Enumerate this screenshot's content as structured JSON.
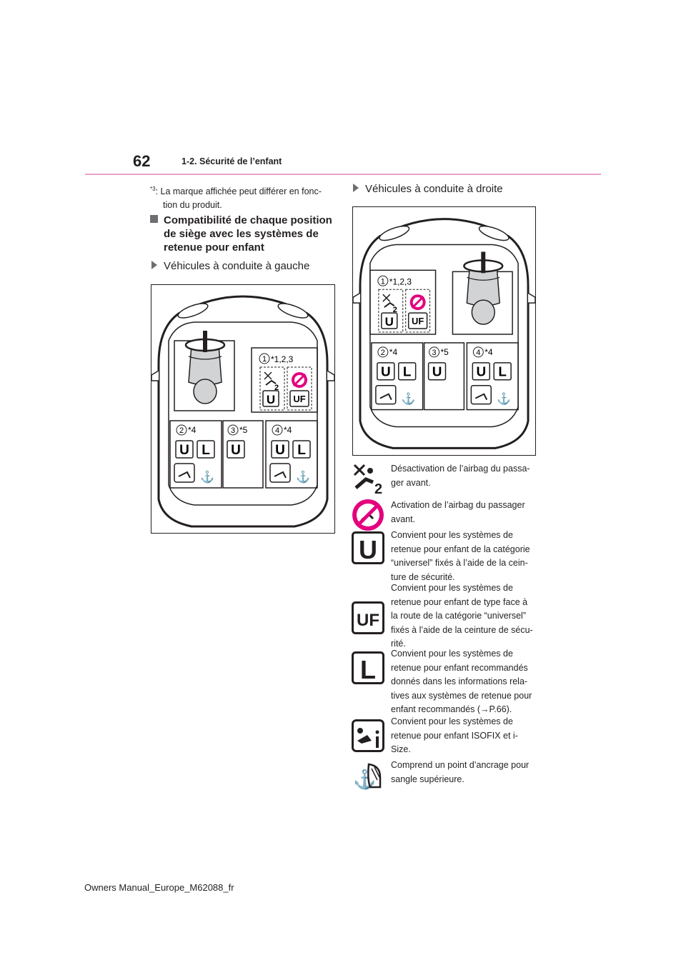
{
  "header": {
    "page_number": "62",
    "section": "1-2. Sécurité de l’enfant"
  },
  "left": {
    "note_marker": "*3",
    "note_text_line1": ": La marque affichée peut différer en fonc-",
    "note_text_line2": "tion du produit.",
    "heading_line1": "Compatibilité de chaque position",
    "heading_line2": "de siège avec les systèmes de",
    "heading_line3": "retenue pour enfant",
    "lhd_title": "Véhicules à conduite à gauche"
  },
  "right": {
    "rhd_title": "Véhicules à conduite à droite"
  },
  "diagram": {
    "front_seat_label": "*1,2,3",
    "seat1_num": "1",
    "seat2_num": "2",
    "seat3_num": "3",
    "seat4_num": "4",
    "seat2_note": "*4",
    "seat3_note": "*5",
    "seat4_note": "*4",
    "mark_u": "U",
    "mark_l": "L",
    "mark_uf": "UF",
    "mark_2": "2"
  },
  "legend": [
    {
      "icon": "airbag-deactivated-icon",
      "lines": [
        "Désactivation de l’airbag du passa-",
        "ger avant."
      ]
    },
    {
      "icon": "airbag-activated-prohibited-icon",
      "lines": [
        "Activation de l’airbag du passager",
        "avant."
      ]
    },
    {
      "icon": "universal-u-icon",
      "lines": [
        "Convient pour les systèmes de",
        "retenue pour enfant de la catégorie",
        "“universel” fixés à l’aide de la cein-",
        "ture de sécurité."
      ]
    },
    {
      "icon": "universal-uf-icon",
      "lines": [
        "Convient pour les systèmes de",
        "retenue pour enfant de type face à",
        "la route de la catégorie “universel”",
        "fixés à l’aide de la ceinture de sécu-",
        "rité."
      ]
    },
    {
      "icon": "recommended-l-icon",
      "lines": [
        "Convient pour les systèmes de",
        "retenue pour enfant recommandés",
        "donnés dans les informations rela-",
        "tives aux systèmes de retenue pour",
        "enfant recommandés (→P.66)."
      ]
    },
    {
      "icon": "isofix-isize-icon",
      "lines": [
        "Convient pour les systèmes de",
        "retenue pour enfant ISOFIX et i-",
        "Size."
      ]
    },
    {
      "icon": "top-tether-anchor-icon",
      "lines": [
        "Comprend un point d’ancrage pour",
        "sangle supérieure."
      ]
    }
  ],
  "footer": {
    "text": "Owners Manual_Europe_M62088_fr"
  }
}
